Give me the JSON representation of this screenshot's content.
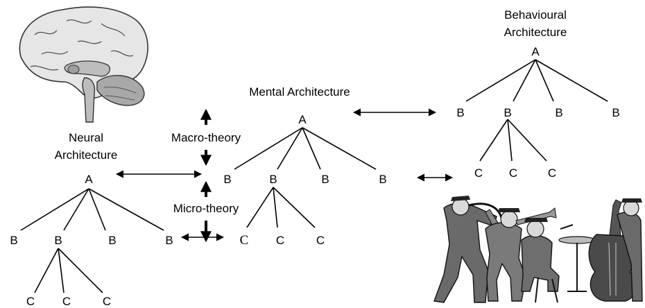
{
  "titles": {
    "behavioural": [
      "Behavioural",
      "Architecture"
    ],
    "mental": "Mental Architecture",
    "neural": [
      "Neural",
      "Architecture"
    ]
  },
  "theories": {
    "macro": "Macro-theory",
    "micro": "Micro-theory"
  },
  "node_letters": {
    "a": "A",
    "b": "B",
    "c": "C"
  },
  "illustrations": {
    "brain": "brain-illustration",
    "musicians": "jazz-musicians-illustration"
  }
}
